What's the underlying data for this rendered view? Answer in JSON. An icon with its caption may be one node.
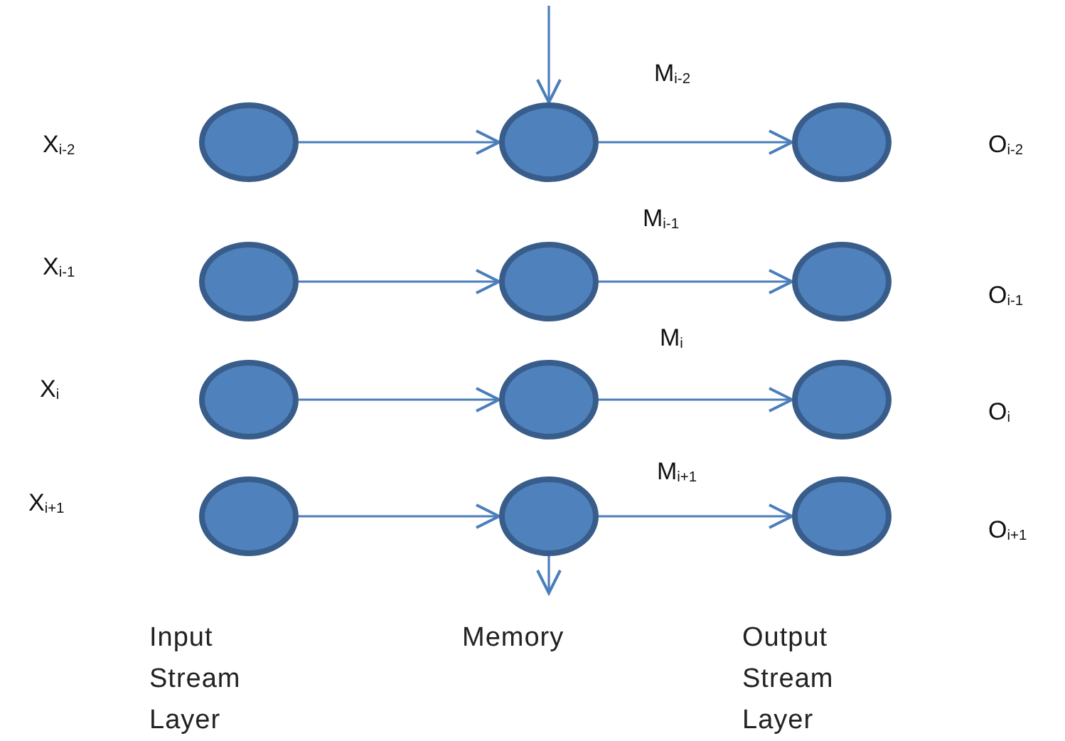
{
  "diagram": {
    "nodes": [
      {
        "text": [],
        "shape": "circle"
      },
      {
        "text": [],
        "shape": "circle",
        "beside": [
          "M$_{i-2}$"
        ]
      },
      {
        "text": [],
        "shape": "circle"
      },
      {
        "text": [],
        "shape": "circle"
      },
      {
        "text": [],
        "shape": "circle",
        "beside": [
          "M$_{i-1}$"
        ]
      },
      {
        "text": [],
        "shape": "circle"
      },
      {
        "text": [],
        "shape": "circle"
      },
      {
        "text": [],
        "shape": "circle",
        "beside": [
          "M$_{i}$"
        ]
      },
      {
        "text": [],
        "shape": "circle"
      },
      {
        "text": [],
        "shape": "circle"
      },
      {
        "text": [],
        "shape": "circle",
        "beside": [
          "M$_{i+1}$"
        ]
      },
      {
        "text": [],
        "shape": "circle"
      }
    ],
    "edges": [
      {
        "from": null,
        "to": 1,
        "arrow": "to"
      },
      {
        "from": 0,
        "to": 1,
        "arrow": "to"
      },
      {
        "from": 1,
        "to": 2,
        "arrow": "to"
      },
      {
        "from": 3,
        "to": 4,
        "arrow": "to"
      },
      {
        "from": 4,
        "to": 5,
        "arrow": "to"
      },
      {
        "from": 6,
        "to": 7,
        "arrow": "to"
      },
      {
        "from": 7,
        "to": 8,
        "arrow": "to"
      },
      {
        "from": 9,
        "to": 10,
        "arrow": "to"
      },
      {
        "from": 10,
        "to": 11,
        "arrow": "to"
      },
      {
        "from": 10,
        "to": null,
        "arrow": "to"
      }
    ],
    "labels": [
      "X$_{i-2}$",
      "O$_{i-2}$",
      "X$_{i-1}$",
      "O$_{i-1}$",
      "X$_{i}$",
      "O$_{i}$",
      "X$_{i+1}$",
      "O$_{i+1}$",
      "Input Stream Layer",
      "Memory",
      "Output Stream Layer"
    ]
  }
}
